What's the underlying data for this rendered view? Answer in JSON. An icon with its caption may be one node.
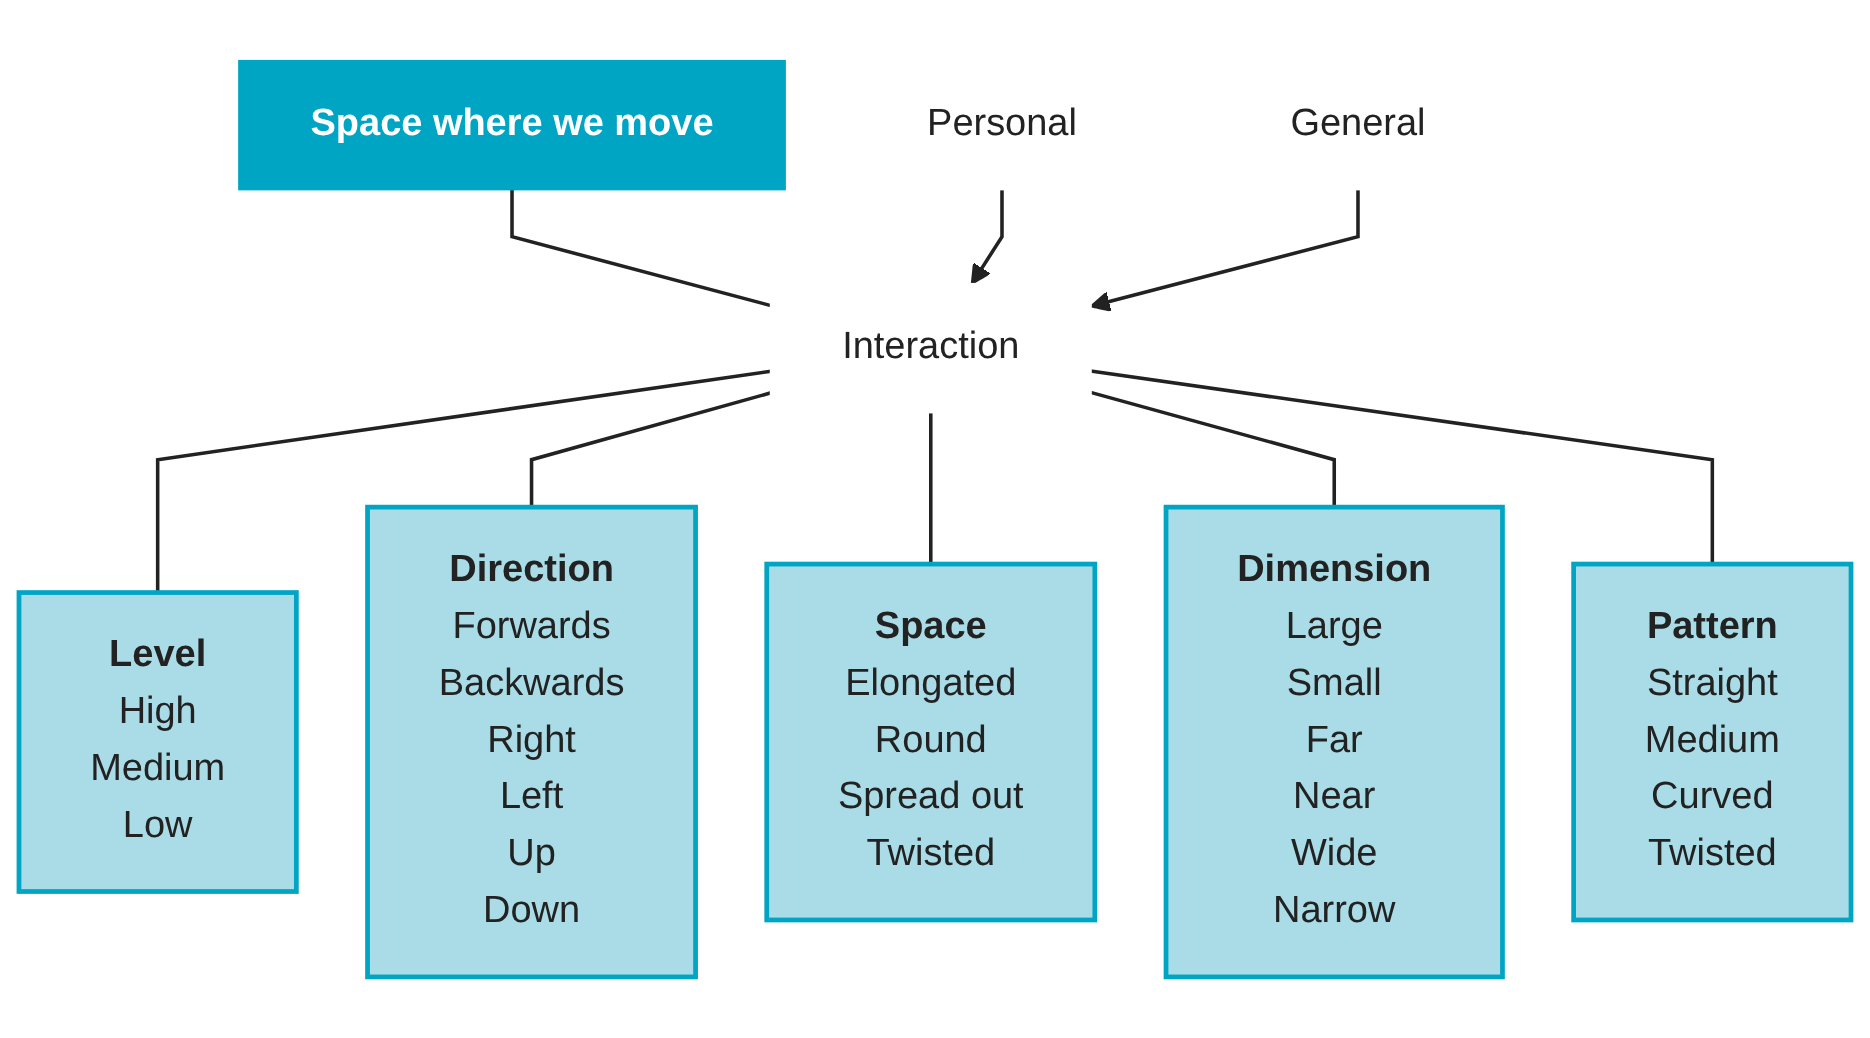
{
  "diagram": {
    "nodes": [
      {
        "text": [
          "Space where we move"
        ]
      },
      {
        "text": [
          "Personal"
        ]
      },
      {
        "text": [
          "Interaction"
        ]
      },
      {
        "text": [
          "General"
        ]
      },
      {
        "text": [
          "Level",
          "High",
          "Medium",
          "Low"
        ]
      },
      {
        "text": [
          "Direction",
          "Forwards",
          "Backwards",
          "Right",
          "Left",
          "Up",
          "Down"
        ]
      },
      {
        "text": [
          "Space",
          "Elongated",
          "Round",
          "Spread out",
          "Twisted"
        ]
      },
      {
        "text": [
          "Dimension",
          "Large",
          "Small",
          "Far",
          "Near",
          "Wide",
          "Narrow"
        ]
      },
      {
        "text": [
          "Pattern",
          "Straight",
          "Medium",
          "Curved",
          "Twisted"
        ]
      }
    ],
    "edges": [
      {
        "from": 0,
        "to": 2,
        "arrow": "none"
      },
      {
        "from": 1,
        "to": 2,
        "arrow": "to"
      },
      {
        "from": 3,
        "to": 2,
        "arrow": "to"
      },
      {
        "from": 2,
        "to": 4,
        "arrow": "none"
      },
      {
        "from": 2,
        "to": 5,
        "arrow": "none"
      },
      {
        "from": 2,
        "to": 6,
        "arrow": "none"
      },
      {
        "from": 2,
        "to": 7,
        "arrow": "none"
      },
      {
        "from": 2,
        "to": 8,
        "arrow": "none"
      }
    ]
  }
}
